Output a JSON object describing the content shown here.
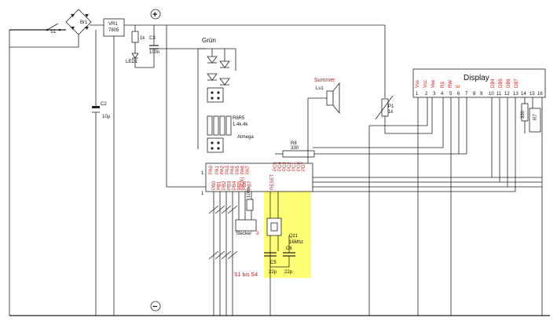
{
  "labels": {
    "s1": "S1",
    "br1": "Br1",
    "vr1_name": "VR1",
    "vr1_value": "7805",
    "plus": "+",
    "minus": "−",
    "c2_name": "C2",
    "c2_value": "10µ",
    "c3_name": "C3",
    "c3_value": "100n",
    "r1k": "1k",
    "led1": "LED1",
    "gruen": "Grün",
    "summer": "Summer",
    "ls1": "Ls1",
    "p1_name": "P1",
    "p1_value": "1k",
    "r6r5": "R6R5",
    "r6r5_values": "1.4k,4k",
    "atmega": "Atmega",
    "r8_name": "R8",
    "r8_value": "330",
    "r330_right": "330",
    "r7": "R7",
    "pin_one_a": "1",
    "pin_one_b": "1",
    "stecker": "Stecker",
    "stecker_pin": "3",
    "s1_bis_s4": "S1 bis S4",
    "qz1_name": "Qz1",
    "qz1_value": "16Mhz",
    "c5": "C5",
    "c6": "C6",
    "c5_value": "22p",
    "c6_value": "22p",
    "cap_value": "100n"
  },
  "display": {
    "title": "Display",
    "pin_names": [
      "Vss",
      "Vcc",
      "Vee",
      "RS",
      "RW",
      "E",
      "DB4",
      "DB5",
      "DB6",
      "DB7"
    ],
    "pin_numbers": [
      "1",
      "2",
      "3",
      "4",
      "5",
      "6",
      "7",
      "8",
      "9",
      "10",
      "11",
      "12",
      "13",
      "14",
      "15",
      "16"
    ]
  },
  "mcu": {
    "pa0": "PA0",
    "port_a_top": [
      "PA1",
      "PA2",
      "PA3",
      "PA4",
      "PA5",
      "PA6",
      "PA7"
    ],
    "port_c_right": [
      "PC5",
      "PC4",
      "PC3",
      "PC2",
      "PC1",
      "PC0",
      "PD7"
    ],
    "port_b": [
      "PB0",
      "PB1",
      "PB2",
      "PB3",
      "PB4",
      "PB5",
      "PB6",
      "PB7"
    ],
    "misc_left": "(SCK)",
    "misc_right": "RESET"
  },
  "colors": {
    "wire": "#222222",
    "pin_label": "#d01818",
    "highlight": "#ffff66"
  }
}
